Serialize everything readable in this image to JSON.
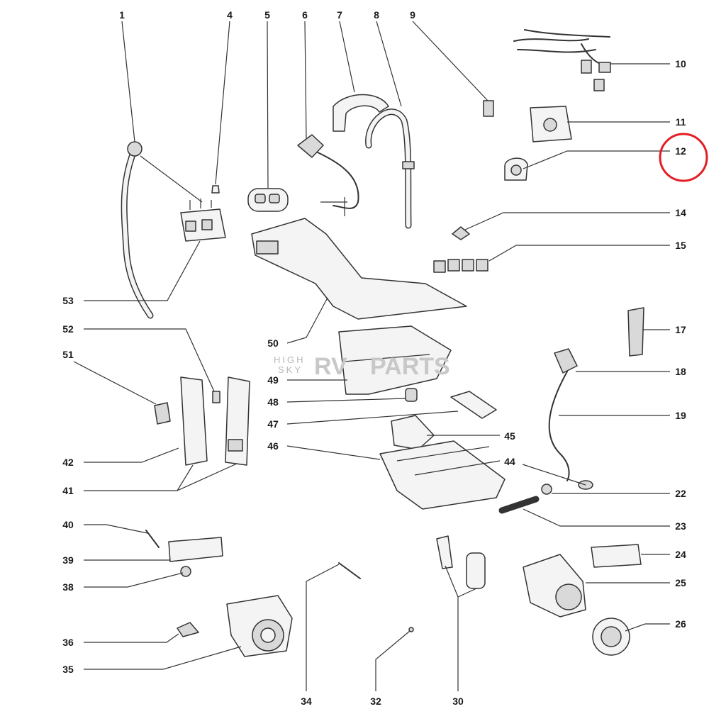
{
  "watermark": {
    "line1": "HIGH",
    "line2": "SKY",
    "brand_left": "RV",
    "brand_right": "PARTS"
  },
  "highlight_color": "#e31e24",
  "callouts": {
    "n1": "1",
    "n4": "4",
    "n5": "5",
    "n6": "6",
    "n7": "7",
    "n8": "8",
    "n9": "9",
    "n10": "10",
    "n11": "11",
    "n12": "12",
    "n14": "14",
    "n15": "15",
    "n17": "17",
    "n18": "18",
    "n19": "19",
    "n22": "22",
    "n23": "23",
    "n24": "24",
    "n25": "25",
    "n26": "26",
    "n30": "30",
    "n32": "32",
    "n34": "34",
    "n35": "35",
    "n36": "36",
    "n38": "38",
    "n39": "39",
    "n40": "40",
    "n41": "41",
    "n42": "42",
    "n44": "44",
    "n45": "45",
    "n46": "46",
    "n47": "47",
    "n48": "48",
    "n49": "49",
    "n50": "50",
    "n51": "51",
    "n52": "52",
    "n53": "53"
  }
}
